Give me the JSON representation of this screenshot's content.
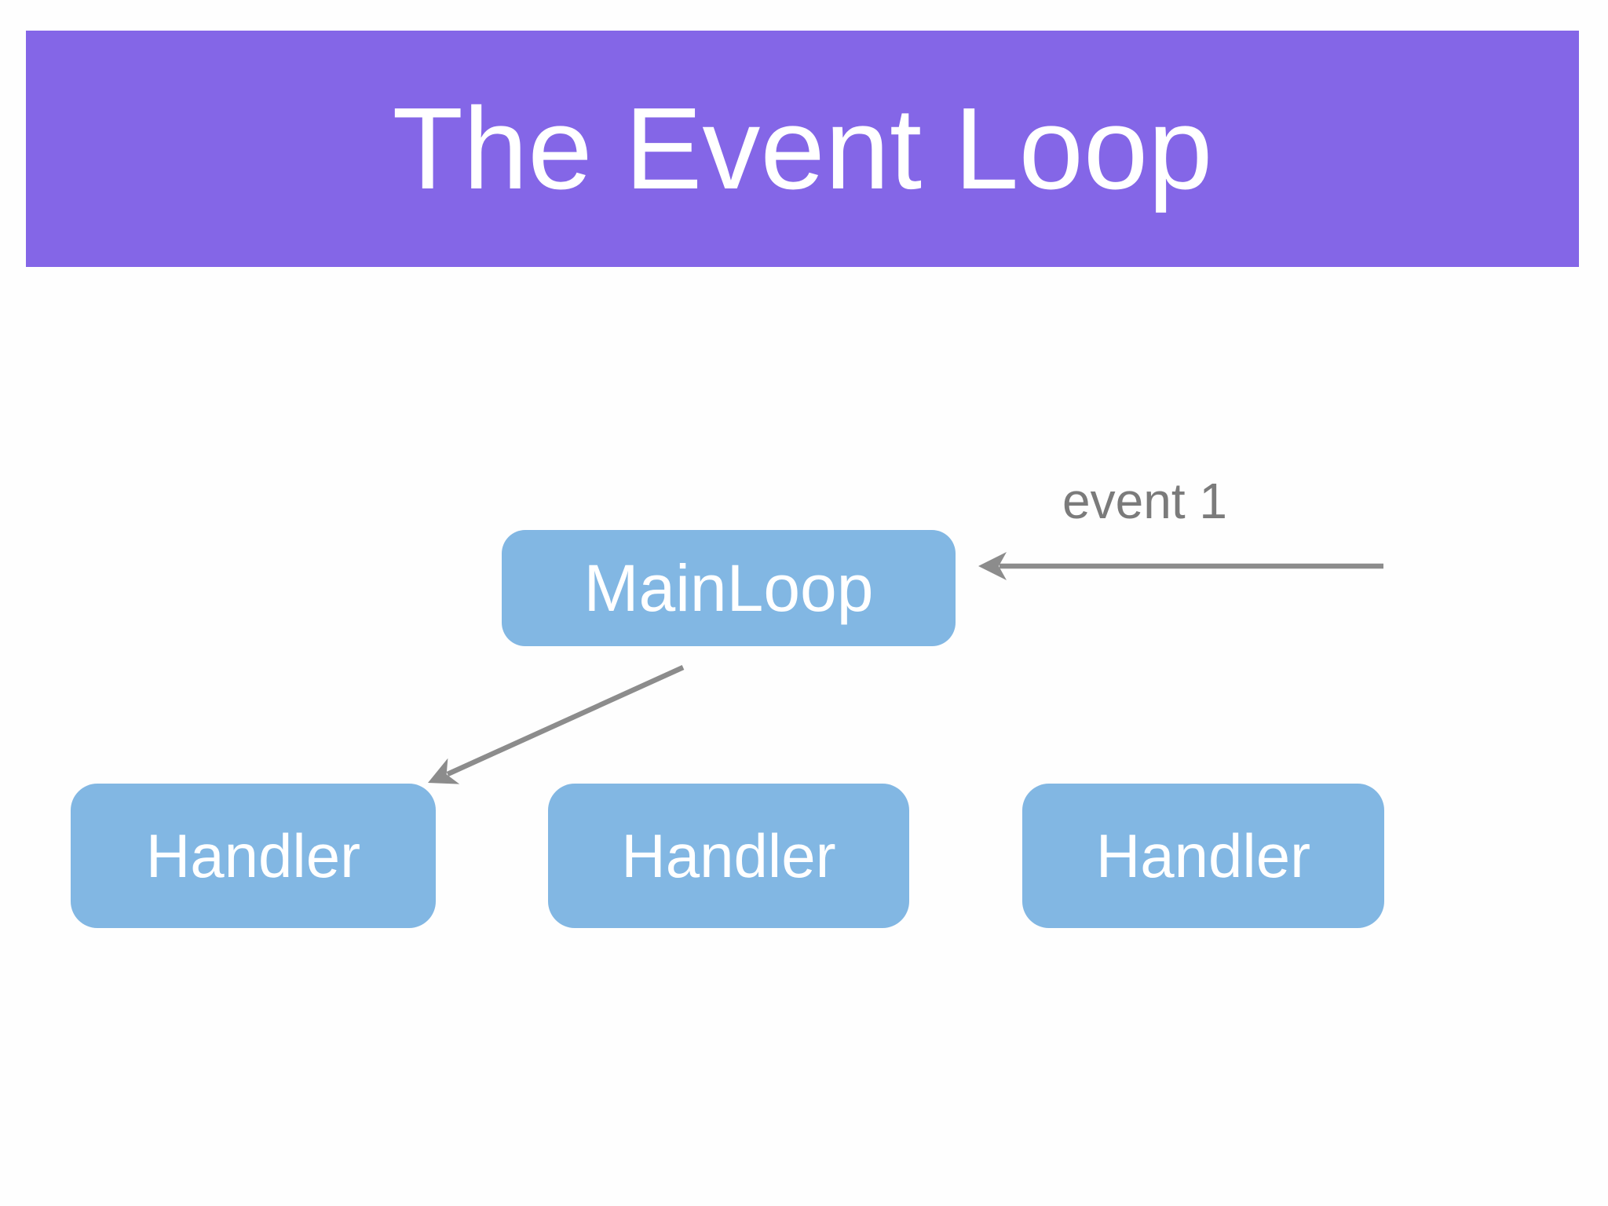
{
  "slide": {
    "title": "The Event Loop"
  },
  "diagram": {
    "main_loop_label": "MainLoop",
    "event_label": "event 1",
    "handlers": [
      {
        "label": "Handler"
      },
      {
        "label": "Handler"
      },
      {
        "label": "Handler"
      }
    ]
  },
  "colors": {
    "banner_background": "#8466e7",
    "banner_text": "#ffffff",
    "node_background": "#82b7e3",
    "node_text": "#ffffff",
    "arrow": "#8c8c8c",
    "event_label_text": "#7b7b7b",
    "page_background": "#fefefe"
  }
}
